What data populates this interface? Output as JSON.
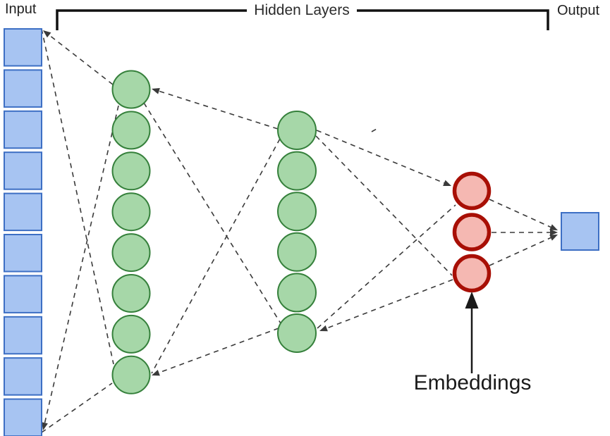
{
  "labels": {
    "input": "Input",
    "hidden_layers": "Hidden Layers",
    "output": "Output",
    "embeddings": "Embeddings"
  },
  "network": {
    "layers": [
      {
        "id": "input",
        "shape": "square",
        "node_count": 10
      },
      {
        "id": "hidden-1",
        "shape": "circle",
        "node_count": 8
      },
      {
        "id": "hidden-2",
        "shape": "circle",
        "node_count": 6
      },
      {
        "id": "embeddings",
        "shape": "circle",
        "node_count": 3
      },
      {
        "id": "output",
        "shape": "square",
        "node_count": 1
      }
    ],
    "connection_style": "dashed"
  },
  "colors": {
    "input_node_fill": "#a7c4f2",
    "input_node_border": "#3d6fc4",
    "hidden_node_fill": "#a6d7a8",
    "hidden_node_border": "#35803b",
    "embedding_node_fill": "#f5b8b2",
    "embedding_node_border": "#a80f05",
    "connector": "#3a3a3a",
    "bracket": "#111111",
    "text": "#212121"
  }
}
